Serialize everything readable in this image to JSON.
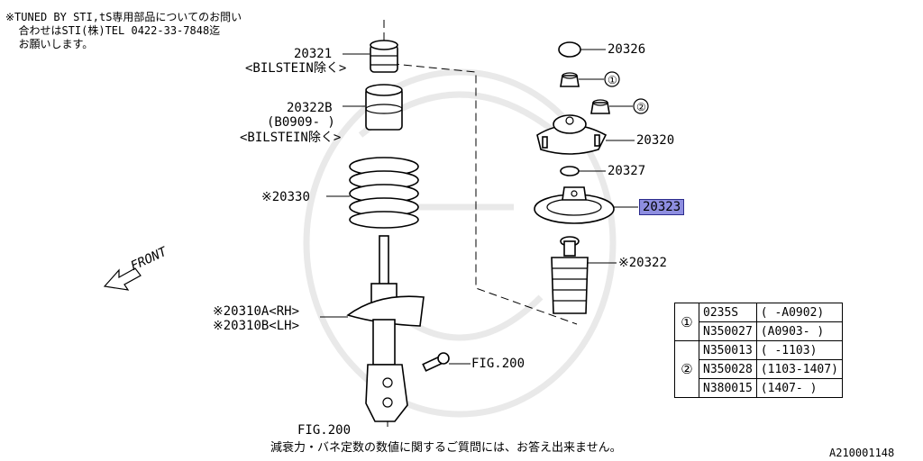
{
  "note": {
    "line1": "※TUNED BY STI,tS専用部品についてのお問い",
    "line2": "合わせはSTI(株)TEL 0422-33-7848迄",
    "line3": "お願いします。"
  },
  "left_parts": {
    "p20321": "20321",
    "p20321_note": "<BILSTEIN除く>",
    "p20322b": "20322B",
    "p20322b_date": "(B0909- )",
    "p20322b_note": "<BILSTEIN除く>",
    "p20330": "※20330",
    "p20310a": "※20310A<RH>",
    "p20310b": "※20310B<LH>",
    "fig200_right": "FIG.200",
    "fig200_bottom": "FIG.200",
    "front": "FRONT"
  },
  "right_parts": {
    "p20326": "20326",
    "callout1": "①",
    "callout2": "②",
    "p20320": "20320",
    "p20327": "20327",
    "p20323": "20323",
    "p20322": "※20322"
  },
  "ref_table": {
    "rows": [
      {
        "num": "①",
        "part": "0235S",
        "period": "( -A0902)"
      },
      {
        "num": "",
        "part": "N350027",
        "period": "(A0903- )"
      },
      {
        "num": "②",
        "part": "N350013",
        "period": "( -1103)"
      },
      {
        "num": "",
        "part": "N350028",
        "period": "(1103-1407)"
      },
      {
        "num": "",
        "part": "N380015",
        "period": "(1407- )"
      }
    ]
  },
  "footer": "減衰力・バネ定数の数値に関するご質問には、お答え出来ません。",
  "diagram_code": "A210001148",
  "colors": {
    "highlight": "#8e8ee0",
    "highlight_border": "#2b2b8c",
    "watermark": "#e9e9e9"
  }
}
